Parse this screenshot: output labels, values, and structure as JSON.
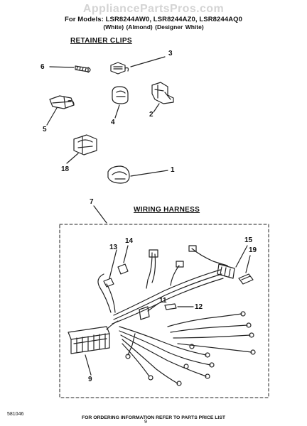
{
  "header": {
    "watermark": "AppliancePartsPros.com",
    "models_line": "For Models: LSR8244AW0, LSR8244AZ0, LSR8244AQ0",
    "colors_line": "(White)         (Almond)       (Designer White)"
  },
  "sections": {
    "retainer_title": "RETAINER CLIPS",
    "harness_title": "WIRING HARNESS"
  },
  "callouts": {
    "c1": "1",
    "c2": "2",
    "c3": "3",
    "c4": "4",
    "c5": "5",
    "c6": "6",
    "c7": "7",
    "c9": "9",
    "c11": "11",
    "c12": "12",
    "c13": "13",
    "c14": "14",
    "c15": "15",
    "c18": "18",
    "c19": "19"
  },
  "footer": {
    "ordering_note": "FOR ORDERING INFORMATION REFER TO PARTS PRICE LIST",
    "doc_number": "581046",
    "page_number": "9"
  }
}
